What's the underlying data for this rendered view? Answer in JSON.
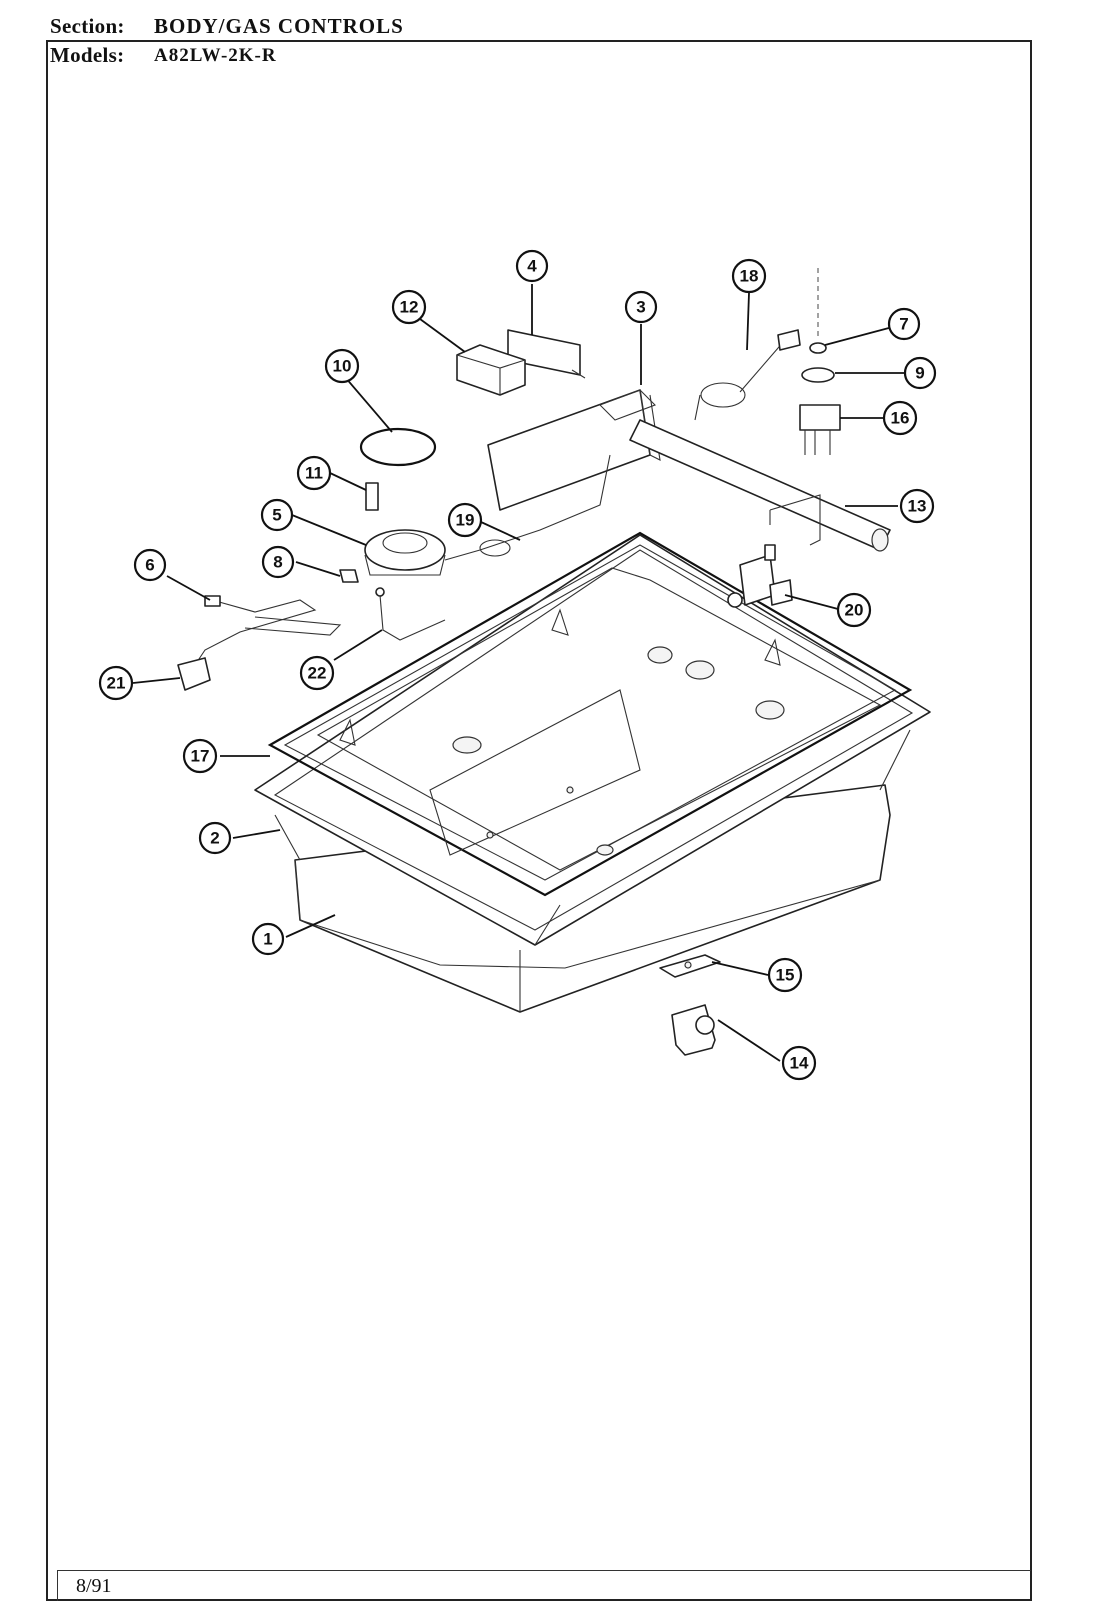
{
  "header": {
    "section_label": "Section:",
    "section_value": "BODY/GAS CONTROLS",
    "models_label": "Models:",
    "models_value": "A82LW-2K-R"
  },
  "footer": {
    "date": "8/91"
  },
  "callouts": [
    "1",
    "2",
    "3",
    "4",
    "5",
    "6",
    "7",
    "8",
    "9",
    "10",
    "11",
    "12",
    "13",
    "14",
    "15",
    "16",
    "17",
    "18",
    "19",
    "20",
    "21",
    "22"
  ]
}
